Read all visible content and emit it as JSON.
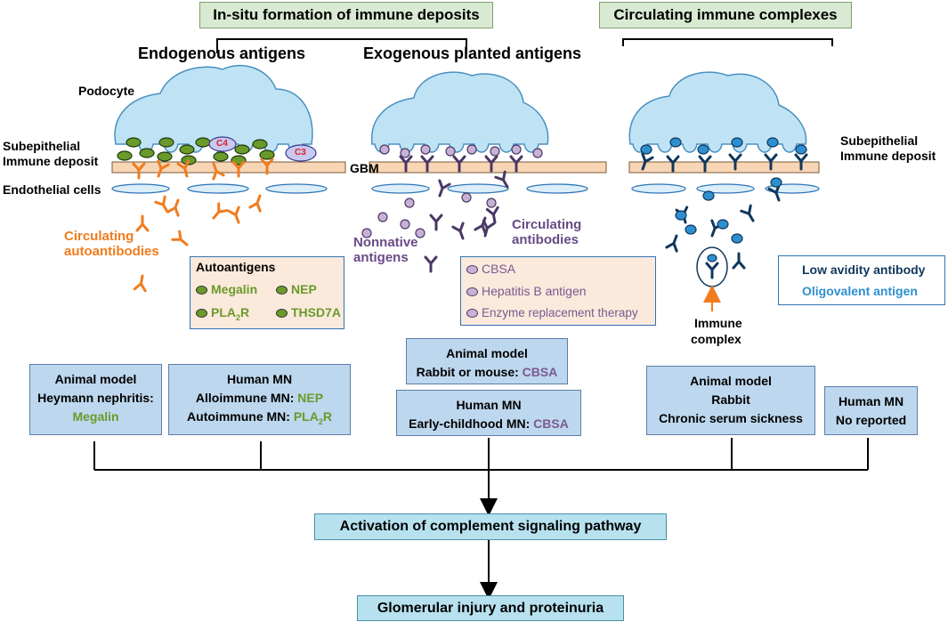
{
  "headers": {
    "in_situ": "In-situ formation of immune deposits",
    "circulating": "Circulating immune complexes"
  },
  "columns": {
    "endogenous": "Endogenous antigens",
    "exogenous": "Exogenous planted antigens"
  },
  "labels": {
    "podocyte": "Podocyte",
    "subepithelial_left_1": "Subepithelial",
    "subepithelial_left_2": "Immune deposit",
    "gbm": "GBM",
    "endothelial": "Endothelial cells",
    "circ_auto_1": "Circulating",
    "circ_auto_2": "autoantibodies",
    "c4": "C4",
    "c3": "C3",
    "circ_ab_1": "Circulating",
    "circ_ab_2": "antibodies",
    "nonnative_1": "Nonnative",
    "nonnative_2": "antigens",
    "subepithelial_right_1": "Subepithelial",
    "subepithelial_right_2": "Immune deposit",
    "immune_complex_1": "Immune",
    "immune_complex_2": "complex"
  },
  "autoantigens": {
    "title": "Autoantigens",
    "megalin": "Megalin",
    "nep": "NEP",
    "pla2r_main": "PLA",
    "pla2r_sub": "2",
    "pla2r_end": "R",
    "thsd7a": "THSD7A"
  },
  "planted": {
    "cbsa": "CBSA",
    "hepb": "Hepatitis B antigen",
    "ert": "Enzyme replacement therapy"
  },
  "legend": {
    "low_avidity": "Low avidity antibody",
    "oligovalent": "Oligovalent antigen"
  },
  "boxes": {
    "animal1": {
      "title": "Animal model",
      "line1": "Heymann nephritis:",
      "line2": "Megalin"
    },
    "human1": {
      "title": "Human MN",
      "line1_prefix": "Alloimmune MN: ",
      "line1_value": "NEP",
      "line2_prefix": "Autoimmune MN: ",
      "line2_main": "PLA",
      "line2_sub": "2",
      "line2_end": "R"
    },
    "animal2": {
      "title": "Animal model",
      "line1_prefix": "Rabbit or mouse: ",
      "line1_value": "CBSA"
    },
    "human2": {
      "title": "Human MN",
      "line1_prefix": "Early-childhood MN: ",
      "line1_value": "CBSA"
    },
    "animal3": {
      "title": "Animal model",
      "line1": "Rabbit",
      "line2": "Chronic serum sickness"
    },
    "human3": {
      "title": "Human MN",
      "line1": "No reported"
    }
  },
  "flow": {
    "activation": "Activation of complement signaling pathway",
    "injury": "Glomerular injury and proteinuria"
  },
  "colors": {
    "podocyte_fill": "#bfe3f5",
    "gbm_fill": "#f8d5b5",
    "autoantigen": "#6a9a2a",
    "autoantibody": "#f07c1e",
    "planted_antigen": "#c7b2d6",
    "planted_antibody": "#4a3866",
    "complex_antibody": "#10375c",
    "oligo_antigen": "#2e8fd0"
  }
}
